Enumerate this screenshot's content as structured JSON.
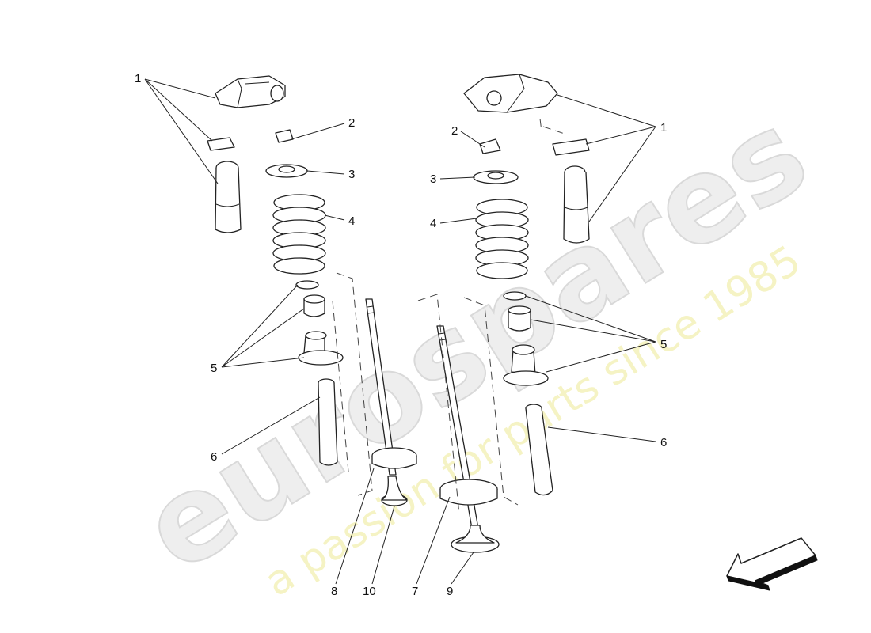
{
  "watermark": {
    "brand": "eurospares",
    "tagline": "a passion for parts since 1985"
  },
  "callouts": {
    "L1": "1",
    "L2": "2",
    "L3": "3",
    "L4": "4",
    "L5": "5",
    "L6": "6",
    "R1": "1",
    "R2": "2",
    "R3": "3",
    "R4": "4",
    "R5": "5",
    "R6": "6",
    "B8": "8",
    "B10": "10",
    "B7": "7",
    "B9": "9"
  },
  "direction_arrow": "arrow-down-left-icon"
}
